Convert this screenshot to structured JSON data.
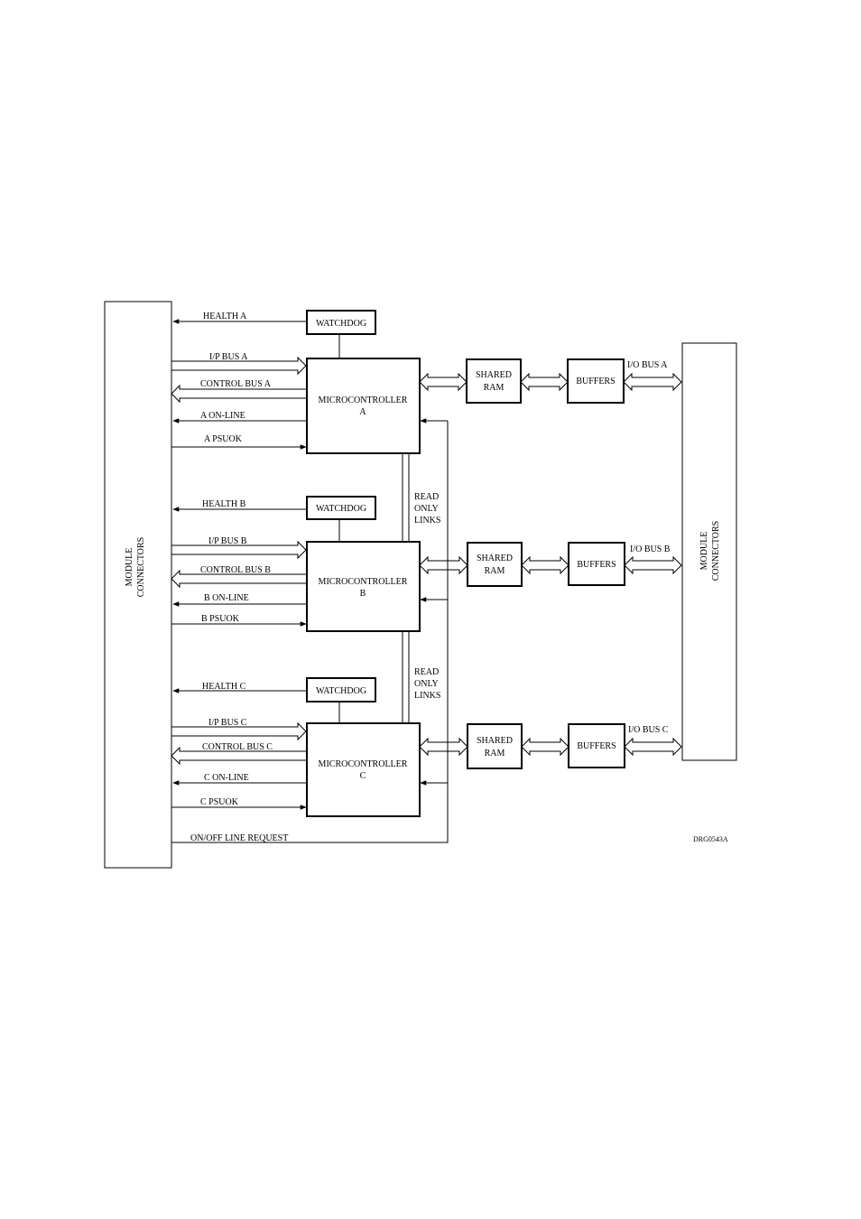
{
  "left_connector": {
    "line1": "MODULE",
    "line2": "CONNECTORS"
  },
  "right_connector": {
    "line1": "MODULE",
    "line2": "CONNECTORS"
  },
  "channels": [
    {
      "health": "HEALTH A",
      "watchdog": "WATCHDOG",
      "ip_bus": "I/P BUS A",
      "control_bus": "CONTROL BUS A",
      "online": "A ON-LINE",
      "psuok": "A PSUOK",
      "micro_line1": "MICROCONTROLLER",
      "micro_line2": "A",
      "ram_line1": "SHARED",
      "ram_line2": "RAM",
      "buffers": "BUFFERS",
      "io_bus": "I/O BUS A"
    },
    {
      "health": "HEALTH B",
      "watchdog": "WATCHDOG",
      "ip_bus": "I/P BUS B",
      "control_bus": "CONTROL BUS B",
      "online": "B ON-LINE",
      "psuok": "B PSUOK",
      "micro_line1": "MICROCONTROLLER",
      "micro_line2": "B",
      "ram_line1": "SHARED",
      "ram_line2": "RAM",
      "buffers": "BUFFERS",
      "io_bus": "I/O BUS B"
    },
    {
      "health": "HEALTH C",
      "watchdog": "WATCHDOG",
      "ip_bus": "I/P BUS C",
      "control_bus": "CONTROL BUS C",
      "online": "C ON-LINE",
      "psuok": "C PSUOK",
      "micro_line1": "MICROCONTROLLER",
      "micro_line2": "C",
      "ram_line1": "SHARED",
      "ram_line2": "RAM",
      "buffers": "BUFFERS",
      "io_bus": "I/O BUS C"
    }
  ],
  "read_only_links": [
    {
      "line1": "READ",
      "line2": "ONLY",
      "line3": "LINKS"
    },
    {
      "line1": "READ",
      "line2": "ONLY",
      "line3": "LINKS"
    }
  ],
  "on_off_request": "ON/OFF LINE REQUEST",
  "drawing_ref": "DRG0543A"
}
